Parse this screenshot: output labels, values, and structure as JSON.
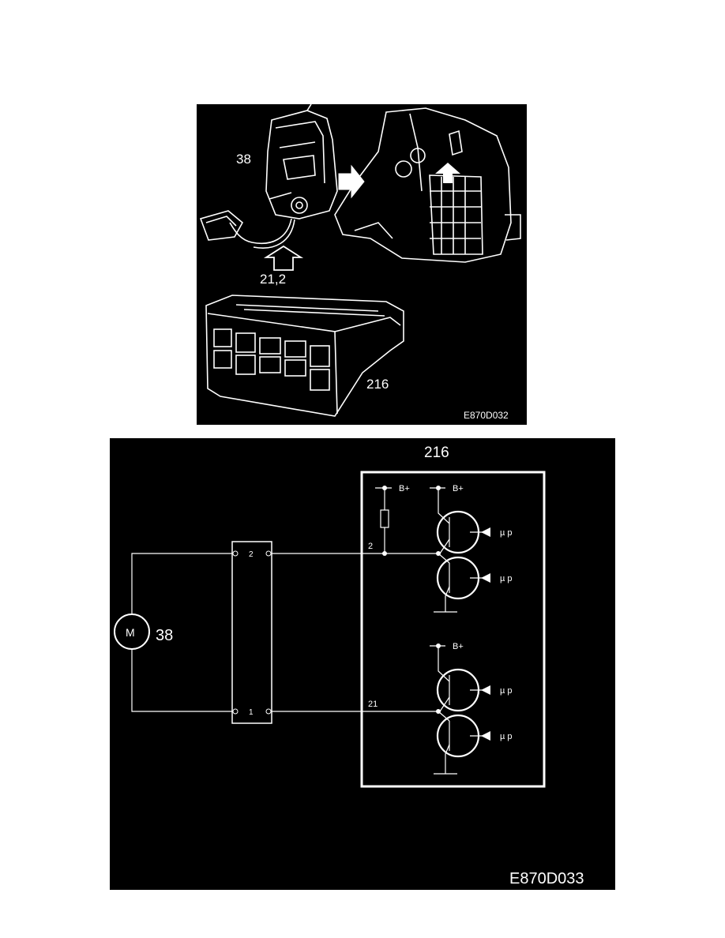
{
  "top_figure": {
    "label_actuator": "38",
    "label_pins": "21,2",
    "label_control_unit": "216",
    "figure_code": "E870D032"
  },
  "wiring_diagram": {
    "label_control_unit": "216",
    "label_motor_ref": "38",
    "motor_symbol": "M",
    "connector_pin_top": "2",
    "connector_pin_bottom": "1",
    "terminal_top": "2",
    "terminal_bottom": "21",
    "supply_label_1": "B+",
    "supply_label_2": "B+",
    "supply_label_3": "B+",
    "mp_label_1": "µ p",
    "mp_label_2": "µ p",
    "mp_label_3": "µ p",
    "mp_label_4": "µ p",
    "figure_code": "E870D033"
  }
}
